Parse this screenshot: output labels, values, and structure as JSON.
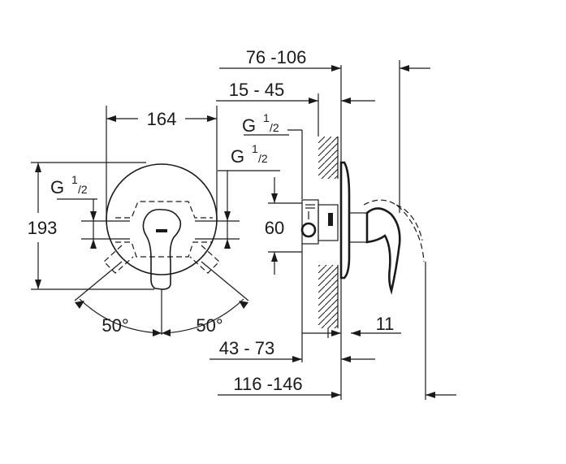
{
  "front_view": {
    "width": "164",
    "height": "193",
    "inlet_left": {
      "g": "G",
      "num": "1",
      "den": "/2"
    },
    "inlet_right": {
      "g": "G",
      "num": "1",
      "den": "/2"
    },
    "angle_left": "50°",
    "angle_right": "50°"
  },
  "side_view": {
    "outlet": {
      "g": "G",
      "num": "1",
      "den": "/2"
    },
    "depth_total": "76 -106",
    "depth_body": "15 - 45",
    "outlet_spacing": "60",
    "wall_to_inlet": "43 - 73",
    "overall": "116 -146",
    "plate": "11"
  }
}
